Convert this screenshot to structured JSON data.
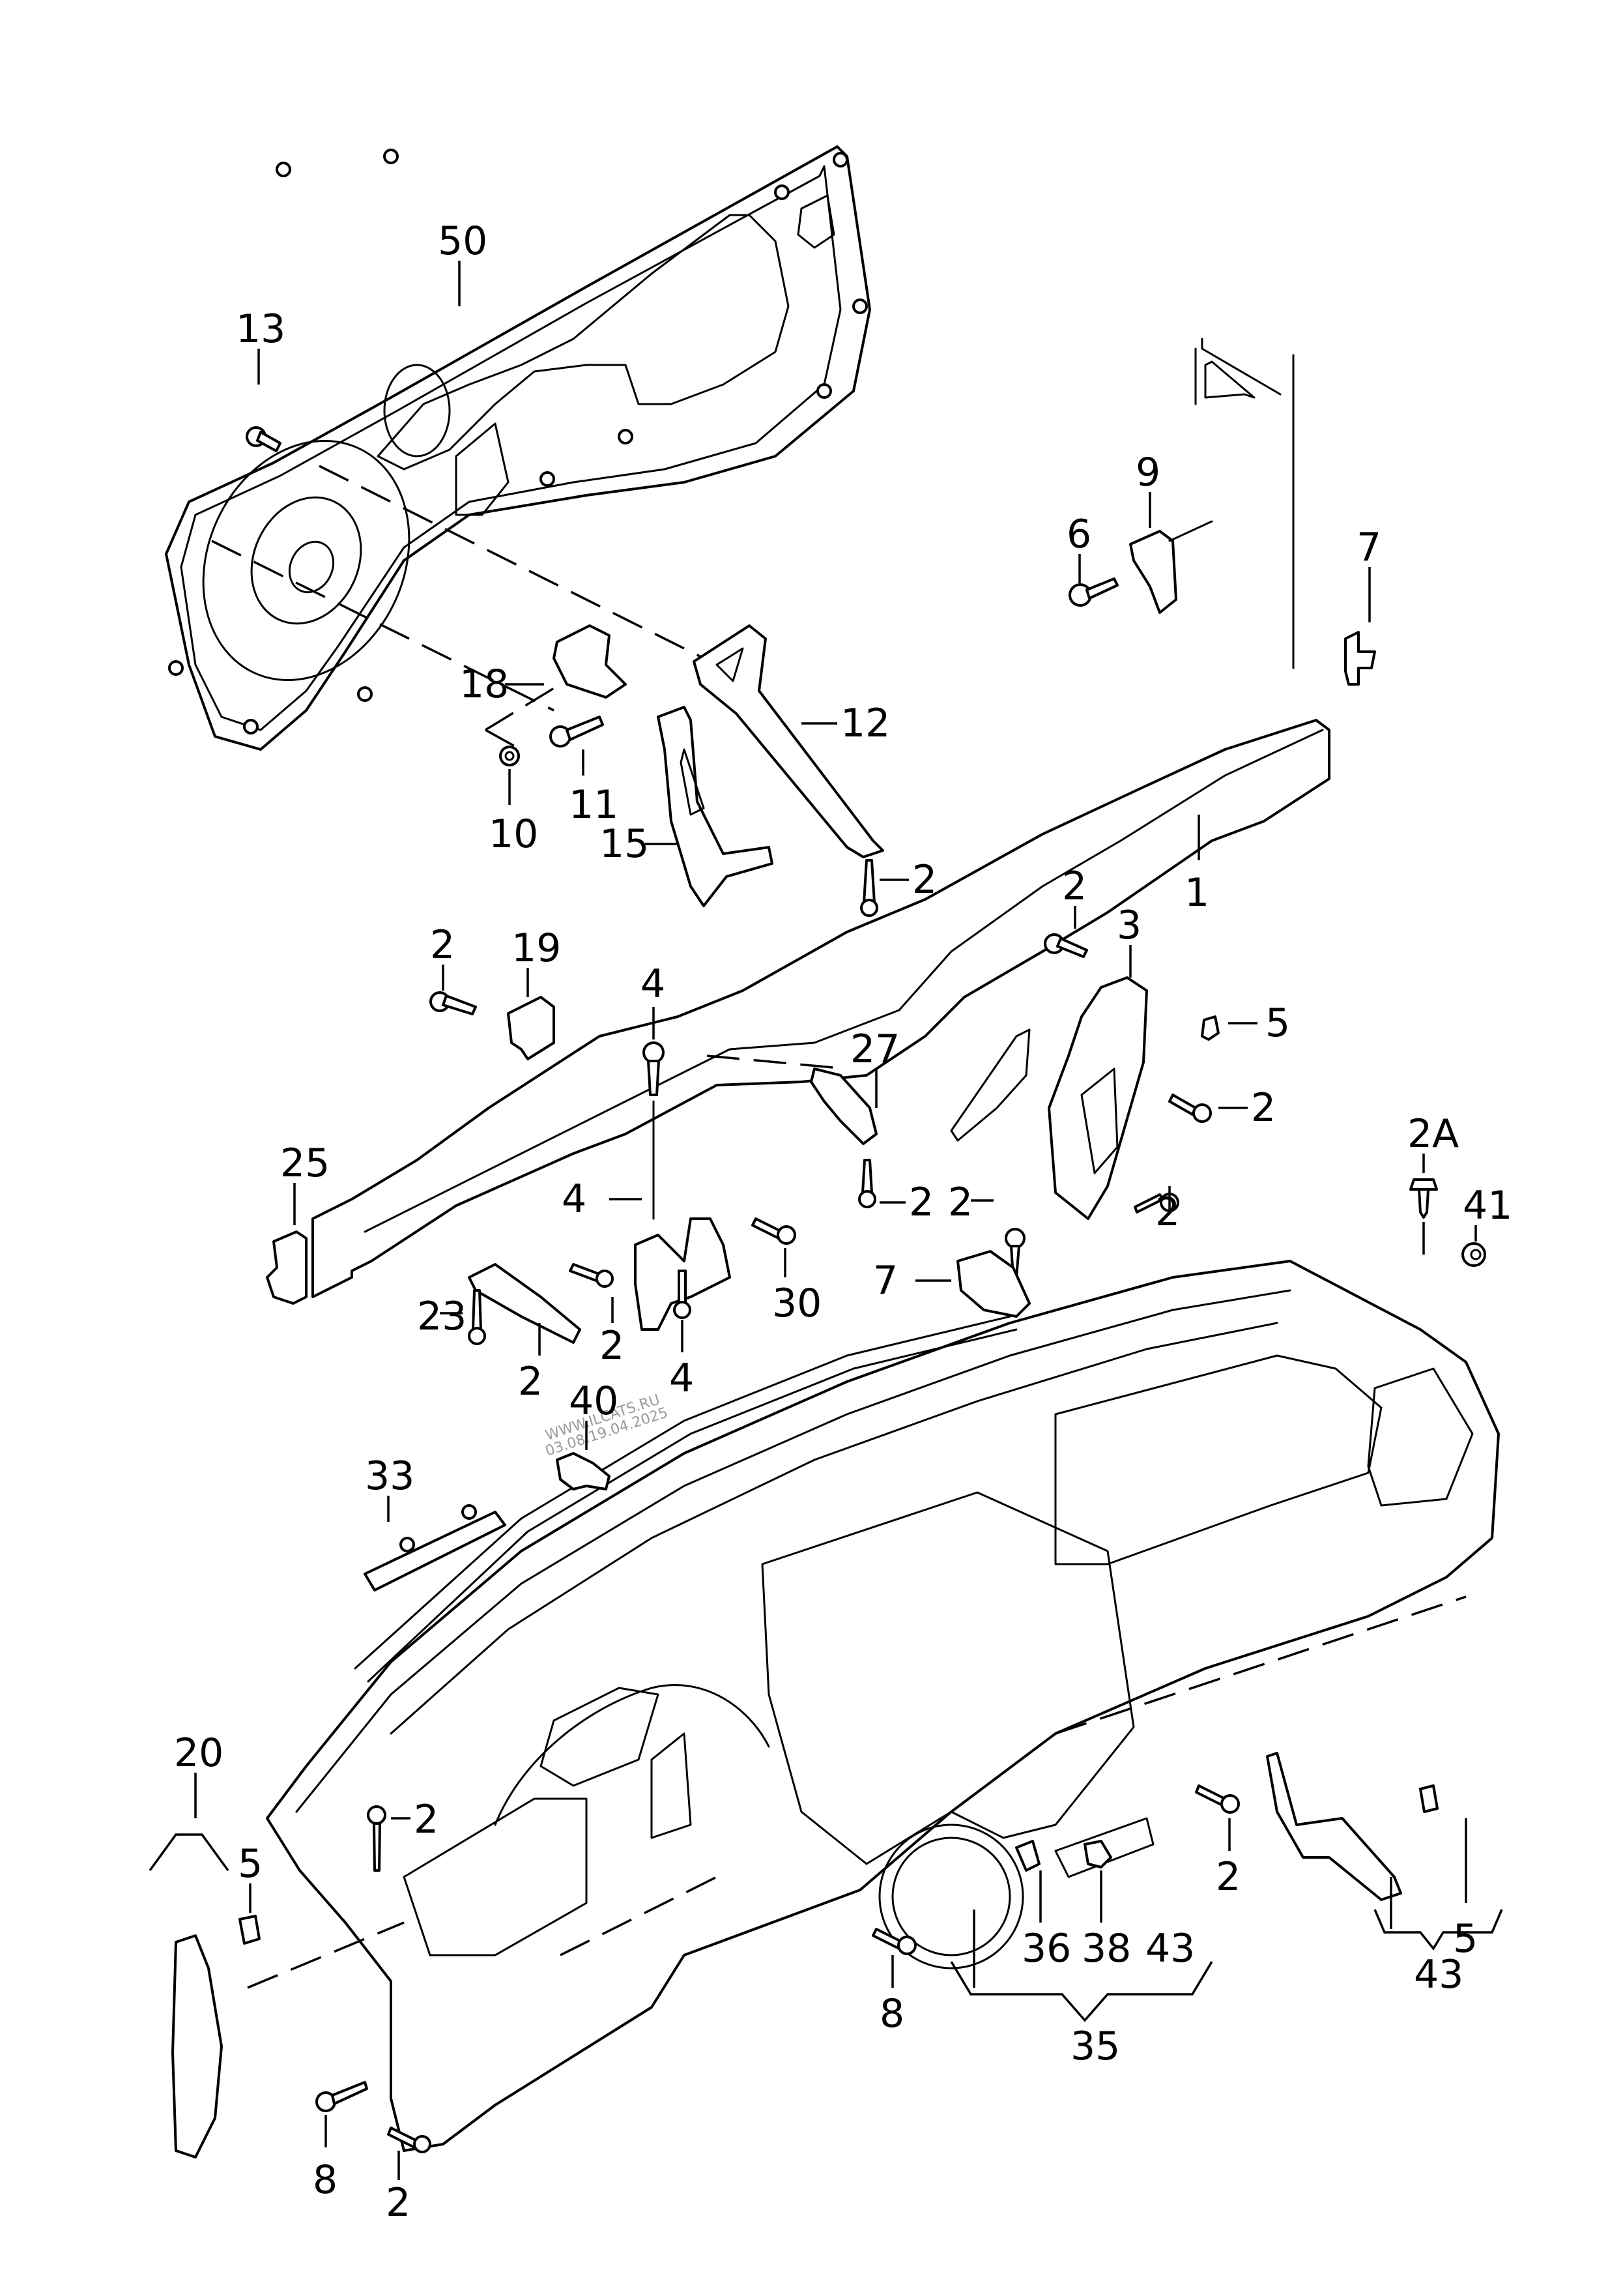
{
  "diagram": {
    "type": "exploded parts diagram",
    "subject": "Dashboard / instrument panel with cross member and mounting parts",
    "watermark": [
      "WWW.ILCATS.RU",
      "03.08.19.04.2025"
    ],
    "callouts": [
      {
        "id": "c50",
        "label": "50"
      },
      {
        "id": "c13",
        "label": "13"
      },
      {
        "id": "c18",
        "label": "18"
      },
      {
        "id": "c12",
        "label": "12"
      },
      {
        "id": "c11",
        "label": "11"
      },
      {
        "id": "c10",
        "label": "10"
      },
      {
        "id": "c15",
        "label": "15"
      },
      {
        "id": "c2a_top",
        "label": "2"
      },
      {
        "id": "c9",
        "label": "9"
      },
      {
        "id": "c6",
        "label": "6"
      },
      {
        "id": "c7_right",
        "label": "7"
      },
      {
        "id": "c1",
        "label": "1"
      },
      {
        "id": "c2_b3",
        "label": "2"
      },
      {
        "id": "c3",
        "label": "3"
      },
      {
        "id": "c5_right",
        "label": "5"
      },
      {
        "id": "c2_r",
        "label": "2"
      },
      {
        "id": "c2_19",
        "label": "2"
      },
      {
        "id": "c19",
        "label": "19"
      },
      {
        "id": "c4_top",
        "label": "4"
      },
      {
        "id": "c27",
        "label": "27"
      },
      {
        "id": "c2_27",
        "label": "2"
      },
      {
        "id": "c2_30",
        "label": "2"
      },
      {
        "id": "c2_r2",
        "label": "2"
      },
      {
        "id": "c7_left",
        "label": "7"
      },
      {
        "id": "c25",
        "label": "25"
      },
      {
        "id": "c4_r",
        "label": "4"
      },
      {
        "id": "c30",
        "label": "30"
      },
      {
        "id": "c2_23",
        "label": "2"
      },
      {
        "id": "c23",
        "label": "23"
      },
      {
        "id": "c2_23b",
        "label": "2"
      },
      {
        "id": "c4_bot",
        "label": "4"
      },
      {
        "id": "c2A",
        "label": "2A"
      },
      {
        "id": "c41",
        "label": "41"
      },
      {
        "id": "c40",
        "label": "40"
      },
      {
        "id": "c33",
        "label": "33"
      },
      {
        "id": "c20",
        "label": "20"
      },
      {
        "id": "c5_left",
        "label": "5"
      },
      {
        "id": "c2_dash",
        "label": "2"
      },
      {
        "id": "c8_left",
        "label": "8"
      },
      {
        "id": "c2_bl",
        "label": "2"
      },
      {
        "id": "c8_mid",
        "label": "8"
      },
      {
        "id": "c2_rb",
        "label": "2"
      },
      {
        "id": "c36",
        "label": "36"
      },
      {
        "id": "c38",
        "label": "38"
      },
      {
        "id": "c43_mid",
        "label": "43"
      },
      {
        "id": "c35",
        "label": "35"
      },
      {
        "id": "c5_br",
        "label": "5"
      },
      {
        "id": "c43_right",
        "label": "43"
      }
    ]
  }
}
